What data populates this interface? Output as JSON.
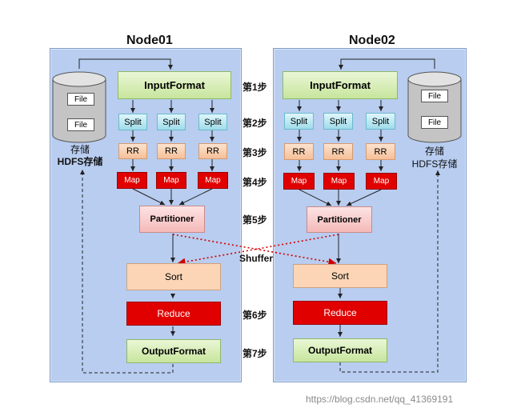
{
  "nodes": [
    {
      "title": "Node01",
      "storage_line1": "存储",
      "storage_line2": "HDFS存储"
    },
    {
      "title": "Node02",
      "storage_line1": "存储",
      "storage_line2": "HDFS存储"
    }
  ],
  "labels": {
    "input": "InputFormat",
    "split": "Split",
    "rr": "RR",
    "map": "Map",
    "partitioner": "Partitioner",
    "sort": "Sort",
    "reduce": "Reduce",
    "output": "OutputFormat",
    "file": "File",
    "shuffer": "Shuffer"
  },
  "steps": [
    "第1步",
    "第2步",
    "第3步",
    "第4步",
    "第5步",
    "第6步",
    "第7步"
  ],
  "watermark": "https://blog.csdn.net/qq_41369191"
}
